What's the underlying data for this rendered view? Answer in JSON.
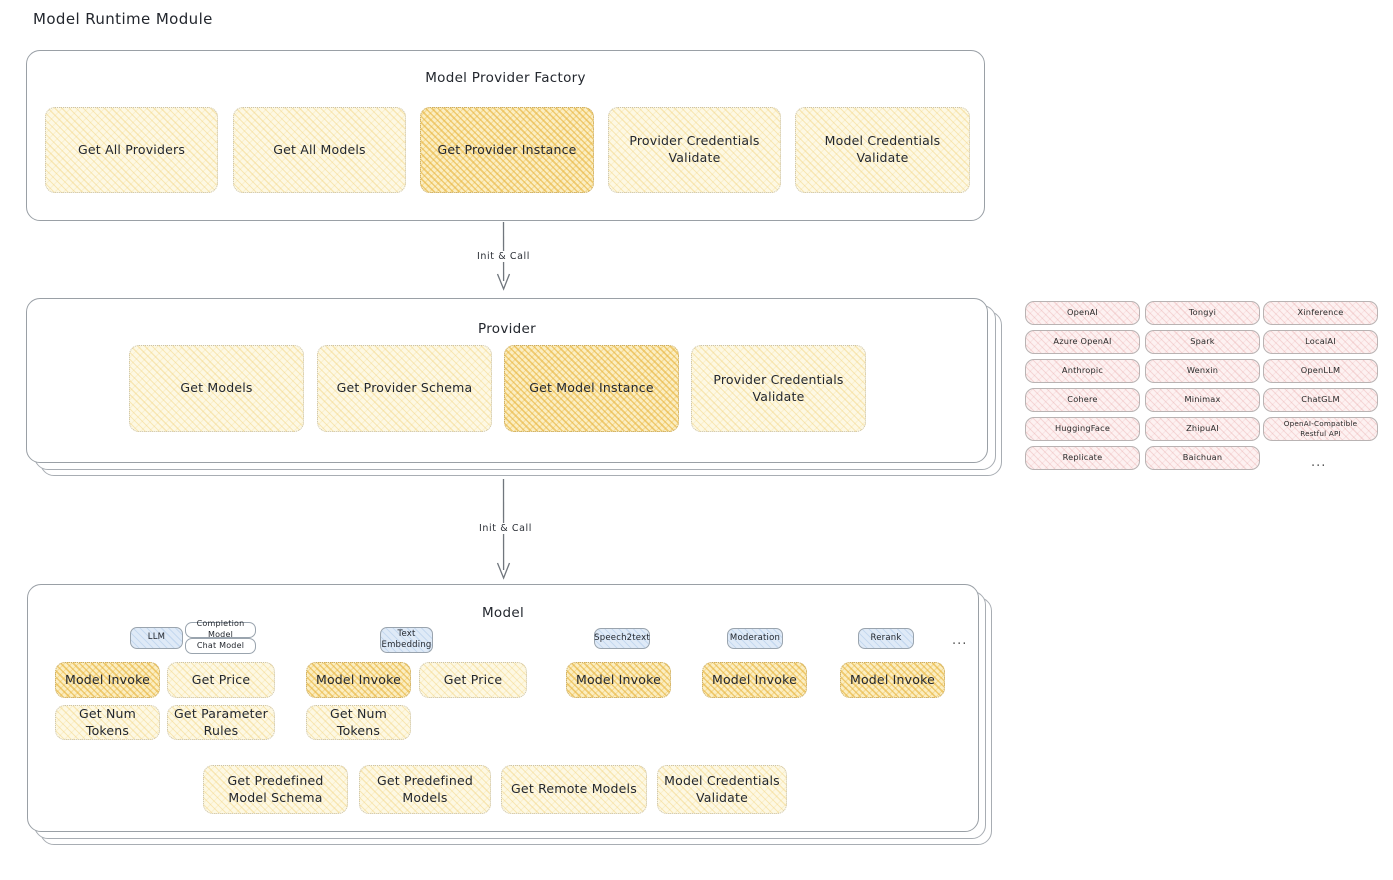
{
  "page": {
    "title": "Model Runtime Module"
  },
  "sections": {
    "factory": {
      "title": "Model Provider Factory",
      "nodes": [
        {
          "label": "Get All Providers",
          "style": "yellow"
        },
        {
          "label": "Get All Models",
          "style": "yellow"
        },
        {
          "label": "Get Provider Instance",
          "style": "amber"
        },
        {
          "label": "Provider Credentials Validate",
          "style": "yellow"
        },
        {
          "label": "Model Credentials Validate",
          "style": "yellow"
        }
      ]
    },
    "provider": {
      "title": "Provider",
      "nodes": [
        {
          "label": "Get Models",
          "style": "yellow"
        },
        {
          "label": "Get Provider Schema",
          "style": "yellow"
        },
        {
          "label": "Get Model Instance",
          "style": "amber"
        },
        {
          "label": "Provider Credentials Validate",
          "style": "yellow"
        }
      ]
    },
    "model": {
      "title": "Model",
      "types": [
        {
          "label": "LLM",
          "style": "blue"
        },
        {
          "label": "Text Embedding",
          "style": "blue"
        },
        {
          "label": "Speech2text",
          "style": "blue"
        },
        {
          "label": "Moderation",
          "style": "blue"
        },
        {
          "label": "Rerank",
          "style": "blue"
        }
      ],
      "llm_variants": [
        {
          "label": "Completion Model",
          "style": "white"
        },
        {
          "label": "Chat Model",
          "style": "white"
        }
      ],
      "type_ellipsis": "...",
      "llm_ops": [
        {
          "label": "Model Invoke",
          "style": "amber"
        },
        {
          "label": "Get Price",
          "style": "yellow"
        },
        {
          "label": "Get Num Tokens",
          "style": "yellow"
        },
        {
          "label": "Get Parameter Rules",
          "style": "yellow"
        }
      ],
      "embedding_ops": [
        {
          "label": "Model Invoke",
          "style": "amber"
        },
        {
          "label": "Get Price",
          "style": "yellow"
        },
        {
          "label": "Get Num Tokens",
          "style": "yellow"
        }
      ],
      "speech2text_ops": [
        {
          "label": "Model Invoke",
          "style": "amber"
        }
      ],
      "moderation_ops": [
        {
          "label": "Model Invoke",
          "style": "amber"
        }
      ],
      "rerank_ops": [
        {
          "label": "Model Invoke",
          "style": "amber"
        }
      ],
      "shared_ops": [
        {
          "label": "Get Predefined Model Schema",
          "style": "yellow"
        },
        {
          "label": "Get Predefined Models",
          "style": "yellow"
        },
        {
          "label": "Get Remote Models",
          "style": "yellow"
        },
        {
          "label": "Model Credentials Validate",
          "style": "yellow"
        }
      ]
    }
  },
  "connectors": [
    {
      "label": "Init & Call"
    },
    {
      "label": "Init & Call"
    }
  ],
  "provider_list": {
    "columns": [
      [
        "OpenAI",
        "Azure OpenAI",
        "Anthropic",
        "Cohere",
        "HuggingFace",
        "Replicate"
      ],
      [
        "Tongyi",
        "Spark",
        "Wenxin",
        "Minimax",
        "ZhipuAI",
        "Baichuan"
      ],
      [
        "Xinference",
        "LocalAI",
        "OpenLLM",
        "ChatGLM",
        "OpenAI-Compatible Restful API"
      ]
    ],
    "ellipsis": "..."
  },
  "colors": {
    "highlight": "#fbeec2",
    "node": "#fdf8e3",
    "provider_chip": "#fdf1f1",
    "model_type_chip": "#dfeaf7",
    "stroke": "#9aa0a6"
  }
}
